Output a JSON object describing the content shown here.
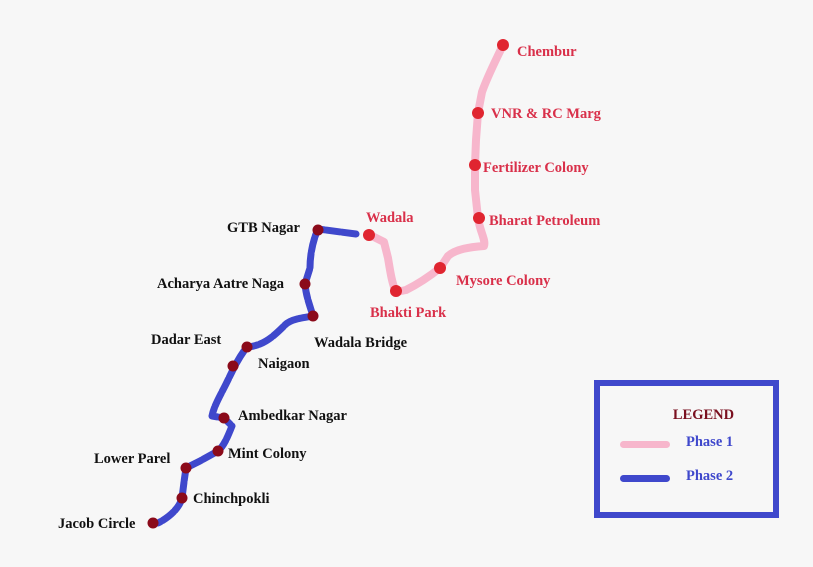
{
  "colors": {
    "phase1_line": "#f7b6cc",
    "phase2_line": "#3f48cc",
    "phase1_station": "#e02530",
    "phase2_station": "#8b0a1a",
    "phase1_label": "#d9304a",
    "phase2_label": "#111111",
    "legend_title": "#7a1020",
    "legend_border": "#3f48cc"
  },
  "phase1_stations": [
    {
      "id": "chembur",
      "name": "Chembur"
    },
    {
      "id": "vnr-rc-marg",
      "name": "VNR & RC Marg"
    },
    {
      "id": "fertilizer-colony",
      "name": "Fertilizer Colony"
    },
    {
      "id": "bharat-petroleum",
      "name": "Bharat Petroleum"
    },
    {
      "id": "mysore-colony",
      "name": "Mysore Colony"
    },
    {
      "id": "bhakti-park",
      "name": "Bhakti Park"
    },
    {
      "id": "wadala",
      "name": "Wadala"
    }
  ],
  "phase2_stations": [
    {
      "id": "gtb-nagar",
      "name": "GTB Nagar"
    },
    {
      "id": "acharya-aatre-naga",
      "name": "Acharya Aatre Naga"
    },
    {
      "id": "wadala-bridge",
      "name": "Wadala Bridge"
    },
    {
      "id": "dadar-east",
      "name": "Dadar East"
    },
    {
      "id": "naigaon",
      "name": "Naigaon"
    },
    {
      "id": "ambedkar-nagar",
      "name": "Ambedkar Nagar"
    },
    {
      "id": "mint-colony",
      "name": "Mint Colony"
    },
    {
      "id": "lower-parel",
      "name": "Lower Parel"
    },
    {
      "id": "chinchpokli",
      "name": "Chinchpokli"
    },
    {
      "id": "jacob-circle",
      "name": "Jacob Circle"
    }
  ],
  "legend": {
    "title": "LEGEND",
    "items": [
      {
        "label": "Phase 1",
        "color": "#f7b6cc"
      },
      {
        "label": "Phase 2",
        "color": "#3f48cc"
      }
    ]
  }
}
